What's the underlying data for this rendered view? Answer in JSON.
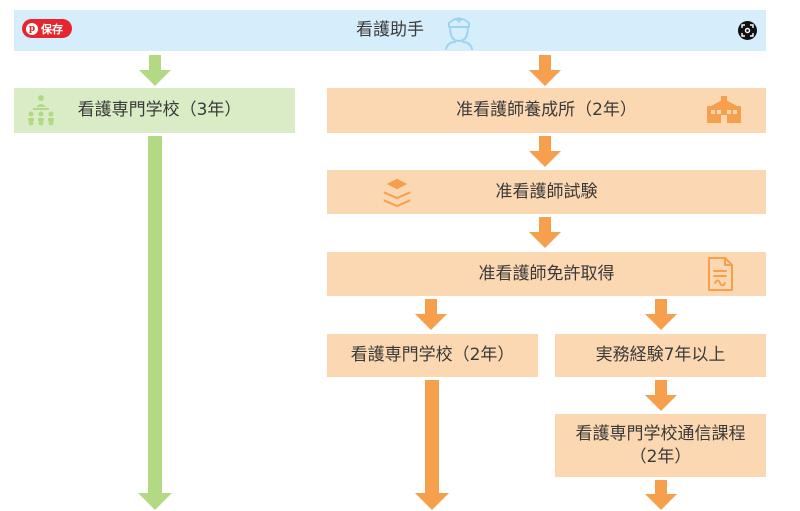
{
  "colors": {
    "header": "#d6eefb",
    "green_box": "#d9ecc5",
    "green_arrow": "#b3d985",
    "orange_box": "#fcd8b2",
    "orange_arrow": "#f6a04e",
    "icon_blue": "#9fd3ef"
  },
  "save_button": {
    "label": "保存",
    "icon": "pinterest-icon"
  },
  "lens_button": {
    "icon": "visual-search-icon"
  },
  "header": {
    "title": "看護助手",
    "icon": "nurse-icon"
  },
  "left": {
    "title": "看護専門学校（3年）",
    "icon": "group-icon"
  },
  "right": {
    "step1": {
      "title": "准看護師養成所（2年）",
      "icon": "school-building-icon"
    },
    "step2": {
      "title": "准看護師試験",
      "icon": "books-icon"
    },
    "step3": {
      "title": "准看護師免許取得",
      "icon": "license-document-icon"
    },
    "branch_a": {
      "title": "看護専門学校（2年）"
    },
    "branch_b": {
      "title": "実務経験7年以上"
    },
    "branch_b2": {
      "line1": "看護専門学校通信課程",
      "line2": "（2年）"
    }
  }
}
